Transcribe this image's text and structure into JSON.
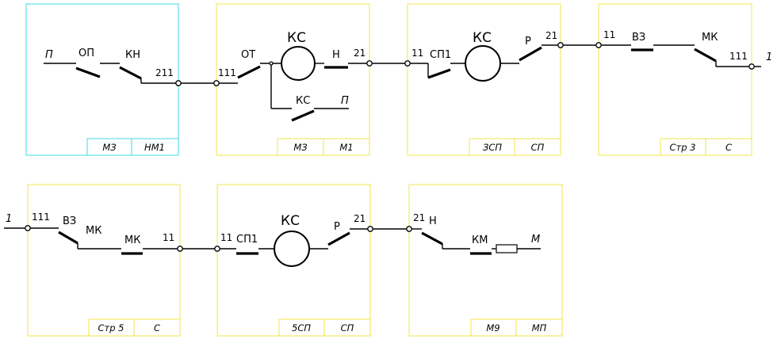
{
  "sheet1": {
    "labels": {
      "start": "П",
      "op": "ОП",
      "kn": "КН",
      "n211": "211"
    },
    "footer": [
      "МЗ",
      "НМ1"
    ]
  },
  "sheet2": {
    "labels": {
      "n111": "111",
      "ot": "ОТ",
      "ks": "КС",
      "h": "Н",
      "n21": "21",
      "ks2": "КС",
      "p": "П"
    },
    "footer": [
      "МЗ",
      "М1"
    ]
  },
  "sheet3": {
    "labels": {
      "n11": "11",
      "sp1": "СП1",
      "ks": "КС",
      "r": "Р",
      "n21": "21"
    },
    "footer": [
      "ЗСП",
      "СП"
    ]
  },
  "sheet4": {
    "labels": {
      "n11": "11",
      "vz": "ВЗ",
      "mk": "МК",
      "n111": "111",
      "cont": "1"
    },
    "footer": [
      "Стр 3",
      "С"
    ]
  },
  "sheet5": {
    "labels": {
      "cont": "1",
      "n111": "111",
      "vz": "ВЗ",
      "mk1": "МК",
      "mk2": "МК",
      "n11": "11"
    },
    "footer": [
      "Стр 5",
      "С"
    ]
  },
  "sheet6": {
    "labels": {
      "n11": "11",
      "sp1": "СП1",
      "ks": "КС",
      "r": "Р",
      "n21": "21"
    },
    "footer": [
      "5СП",
      "СП"
    ]
  },
  "sheet7": {
    "labels": {
      "n21": "21",
      "h": "Н",
      "km": "КМ",
      "m": "М"
    },
    "footer": [
      "М9",
      "МП"
    ]
  },
  "colors": {
    "frame_yellow": "#f2e64a",
    "frame_cyan": "#41d9e3",
    "wire": "#000000"
  }
}
